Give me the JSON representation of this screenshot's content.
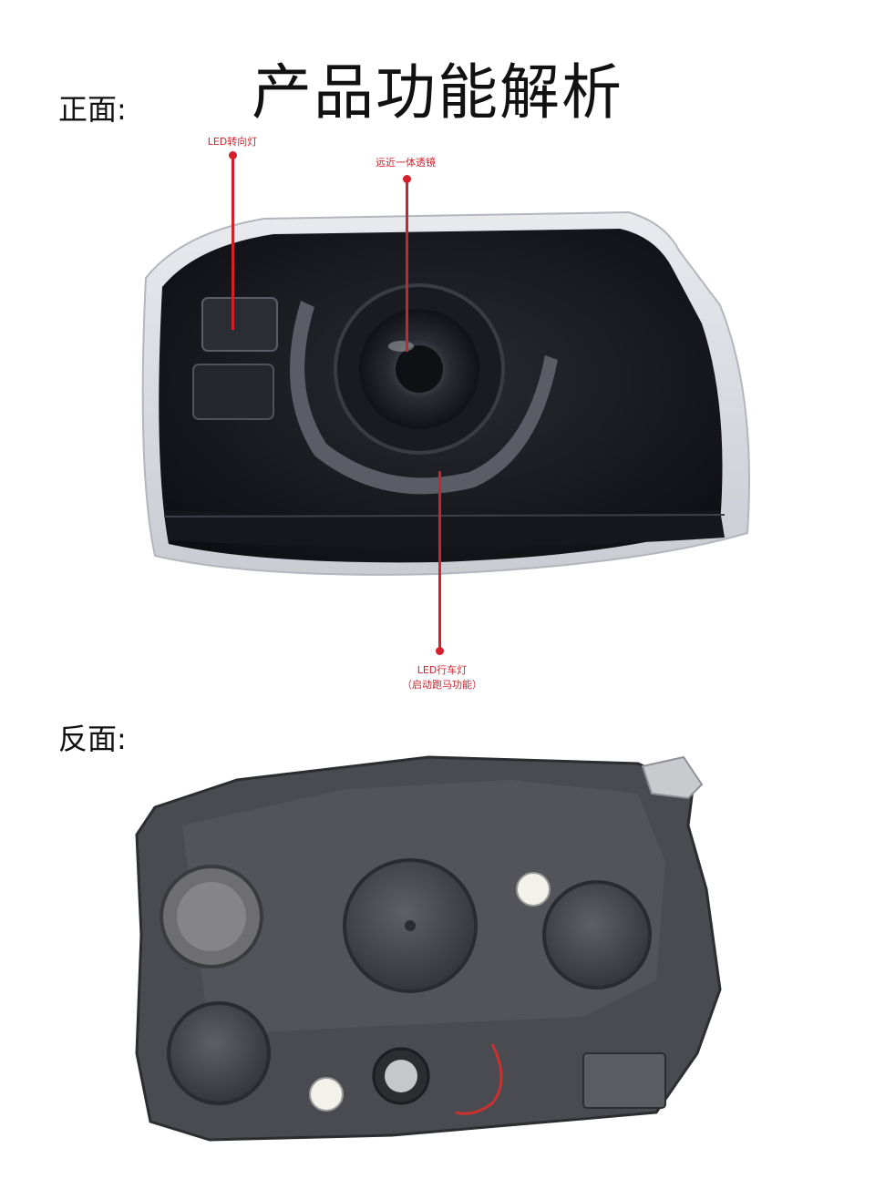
{
  "page_title": "产品功能解析",
  "front_label": "正面:",
  "back_label": "反面:",
  "callouts": {
    "turn_signal": "LED转向灯",
    "lens": "远近一体透镜",
    "drl_line1": "LED行车灯",
    "drl_line2": "（启动跑马功能）"
  },
  "colors": {
    "accent_red": "#d3202a",
    "headlight_body": "#1b1c22",
    "housing_gray": "#4a4b50"
  }
}
